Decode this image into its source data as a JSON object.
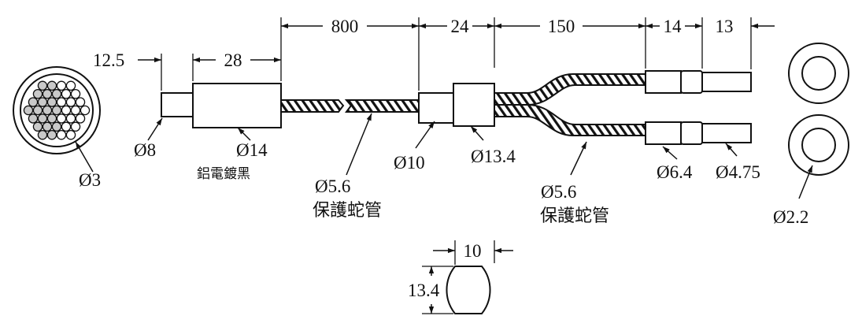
{
  "colors": {
    "line": "#111111",
    "fiber_fill": "#c9c9c9",
    "background": "#ffffff"
  },
  "dimensions": {
    "d12_5": "12.5",
    "d28": "28",
    "d800": "800",
    "d24": "24",
    "d150": "150",
    "d14": "14",
    "d13": "13",
    "d10": "10",
    "d13_4": "13.4"
  },
  "callouts": {
    "fiber_core": "Ø3",
    "nozzle": "Ø8",
    "housing": "Ø14",
    "housing_finish": "鋁電鍍黑",
    "tube_left": "Ø5.6",
    "tube_left_name": "保護蛇管",
    "splitter_small": "Ø10",
    "splitter_large": "Ø13.4",
    "tube_right": "Ø5.6",
    "tube_right_name": "保護蛇管",
    "sleeve": "Ø6.4",
    "tip": "Ø4.75",
    "end_bore": "Ø2.2"
  }
}
